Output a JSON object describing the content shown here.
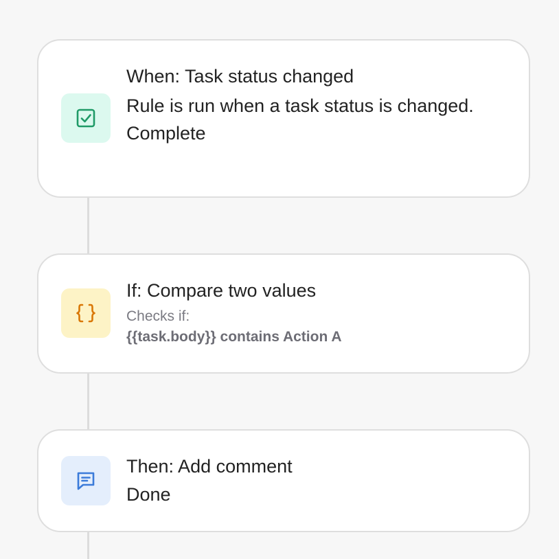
{
  "rules": [
    {
      "id": "trigger",
      "icon": "checkbox-icon",
      "accent": "#1f9a67",
      "tile_bg": "#dcf9ef",
      "title": "When: Task status changed",
      "description": "Rule is run when a task status is changed.",
      "value": "Complete"
    },
    {
      "id": "condition",
      "icon": "braces-icon",
      "accent": "#d97706",
      "tile_bg": "#fdf3c6",
      "title": "If: Compare two values",
      "checks_label": "Checks if:",
      "expression": "{{task.body}} contains Action A"
    },
    {
      "id": "action",
      "icon": "comment-icon",
      "accent": "#3b7bd9",
      "tile_bg": "#e4eefc",
      "title": "Then: Add comment",
      "value": "Done"
    }
  ]
}
